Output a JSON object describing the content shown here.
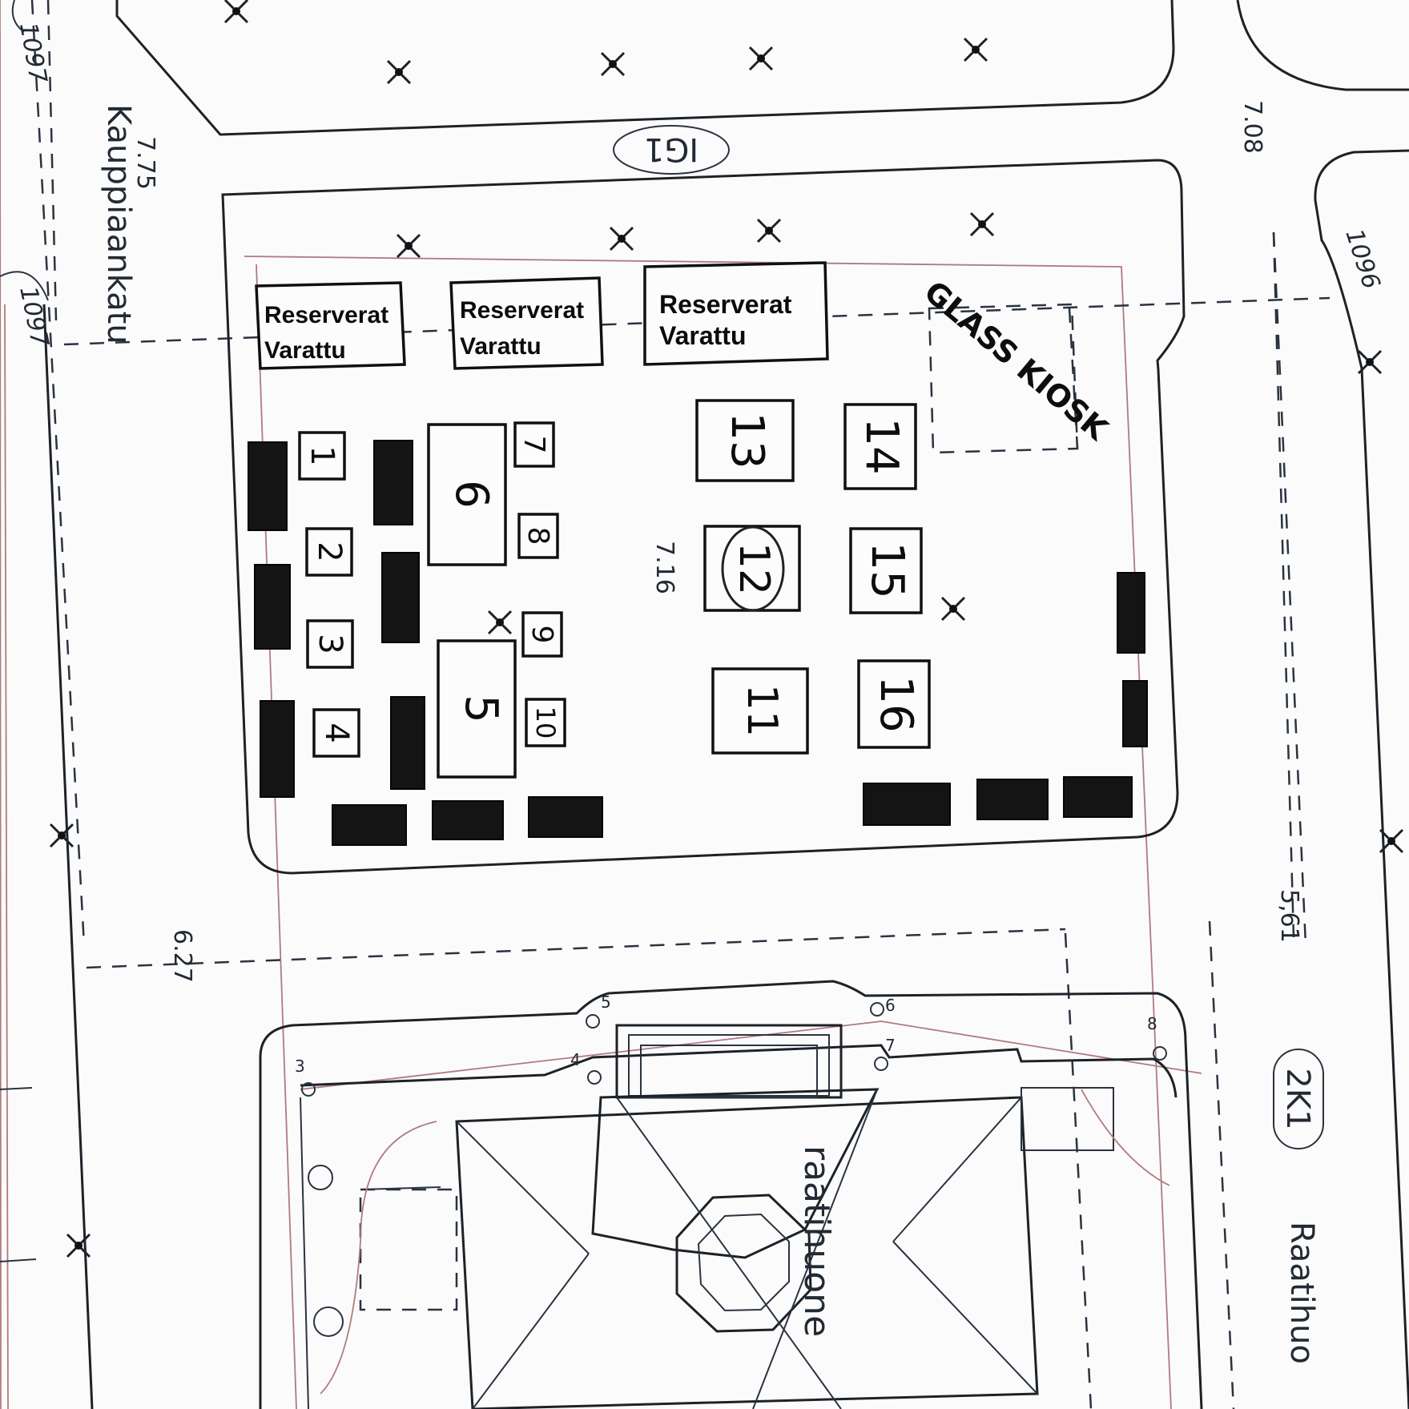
{
  "streets": {
    "west": "Kauppiaankatu",
    "south_building": "raatihuone",
    "east_partial": "Raatihuo"
  },
  "plan_codes": [
    "IG1",
    "2K1"
  ],
  "elevations": [
    "7.75",
    "7.08",
    "7.16",
    "6.27",
    "5,61"
  ],
  "parcel_numbers": [
    "1097",
    "1097",
    "1096"
  ],
  "reserved_labels": {
    "line1": "Reserverat",
    "line2": "Varattu"
  },
  "kiosk_label": "GLASS KIOSK",
  "stall_numbers": [
    "1",
    "2",
    "3",
    "4",
    "5",
    "6",
    "7",
    "8",
    "9",
    "10",
    "11",
    "12",
    "13",
    "14",
    "15",
    "16"
  ],
  "corner_points": [
    "3",
    "4",
    "5",
    "6",
    "7",
    "8"
  ]
}
